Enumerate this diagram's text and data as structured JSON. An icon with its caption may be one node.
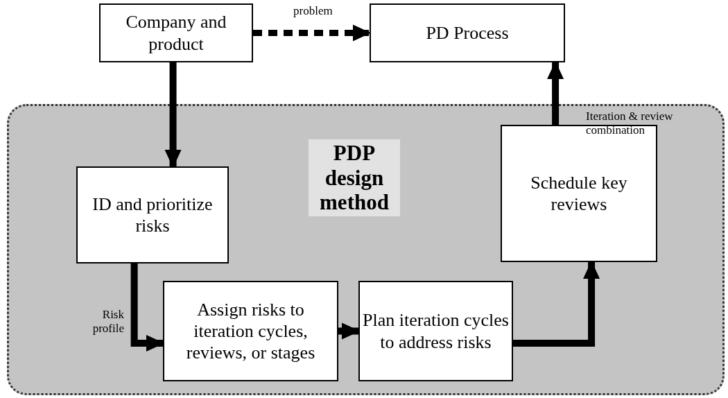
{
  "diagram": {
    "nodes": [
      {
        "text": [
          "Company and product"
        ]
      },
      {
        "text": [
          "PD Process"
        ]
      },
      {
        "text": [
          "PDP design method"
        ]
      },
      {
        "text": [
          "ID and prioritize risks"
        ],
        "in": 2
      },
      {
        "text": [
          "Assign risks to iteration cycles, reviews, or stages"
        ],
        "in": 2
      },
      {
        "text": [
          "Plan iteration cycles to address risks"
        ],
        "in": 2
      },
      {
        "text": [
          "Schedule key reviews"
        ],
        "in": 2
      }
    ],
    "edges": [
      {
        "from": 0,
        "to": 1,
        "arrow": "to",
        "label": "problem",
        "style": "dashed"
      },
      {
        "from": 0,
        "to": 3,
        "arrow": "to"
      },
      {
        "from": 3,
        "to": 4,
        "arrow": "to",
        "label": "Risk profile"
      },
      {
        "from": 4,
        "to": 5,
        "arrow": "to"
      },
      {
        "from": 5,
        "to": 6,
        "arrow": "to"
      },
      {
        "from": 6,
        "to": 1,
        "arrow": "to",
        "label": "Iteration & review combination"
      }
    ]
  }
}
